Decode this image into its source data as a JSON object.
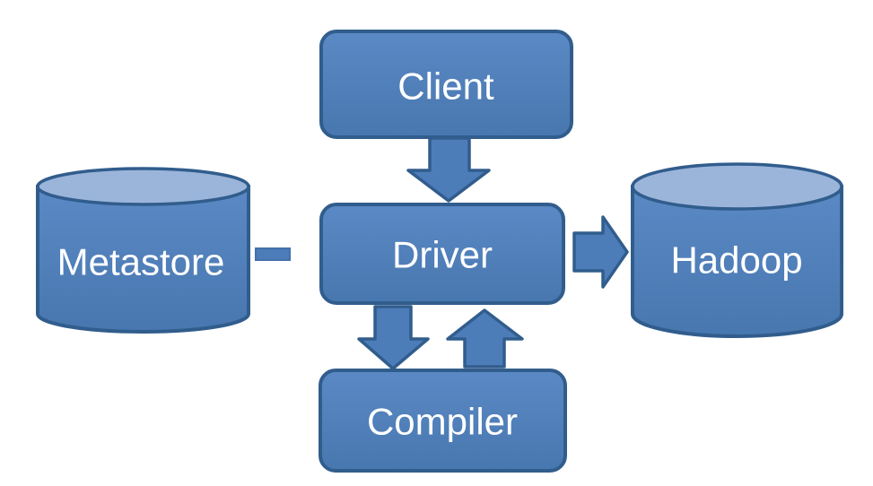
{
  "diagram": {
    "type": "architecture-flow",
    "background": "#ffffff",
    "colors": {
      "node_fill": "#4d7db8",
      "node_fill_top": "#5a89c5",
      "node_fill_bottom": "#4877af",
      "node_border": "#315d8d",
      "cylinder_top_fill": "#9bb5da",
      "label_color": "#ffffff"
    },
    "nodes": {
      "client": {
        "label": "Client",
        "shape": "rounded-rectangle"
      },
      "driver": {
        "label": "Driver",
        "shape": "rounded-rectangle"
      },
      "compiler": {
        "label": "Compiler",
        "shape": "rounded-rectangle"
      },
      "metastore": {
        "label": "Metastore",
        "shape": "cylinder"
      },
      "hadoop": {
        "label": "Hadoop",
        "shape": "cylinder"
      }
    },
    "edges": [
      {
        "from": "client",
        "to": "driver",
        "style": "block-arrow",
        "direction": "down"
      },
      {
        "from": "driver",
        "to": "compiler",
        "style": "block-arrow",
        "direction": "down"
      },
      {
        "from": "compiler",
        "to": "driver",
        "style": "block-arrow",
        "direction": "up"
      },
      {
        "from": "driver",
        "to": "hadoop",
        "style": "block-arrow",
        "direction": "right"
      },
      {
        "from": "metastore",
        "to": "driver",
        "style": "dash-connector",
        "direction": "horizontal"
      }
    ]
  }
}
